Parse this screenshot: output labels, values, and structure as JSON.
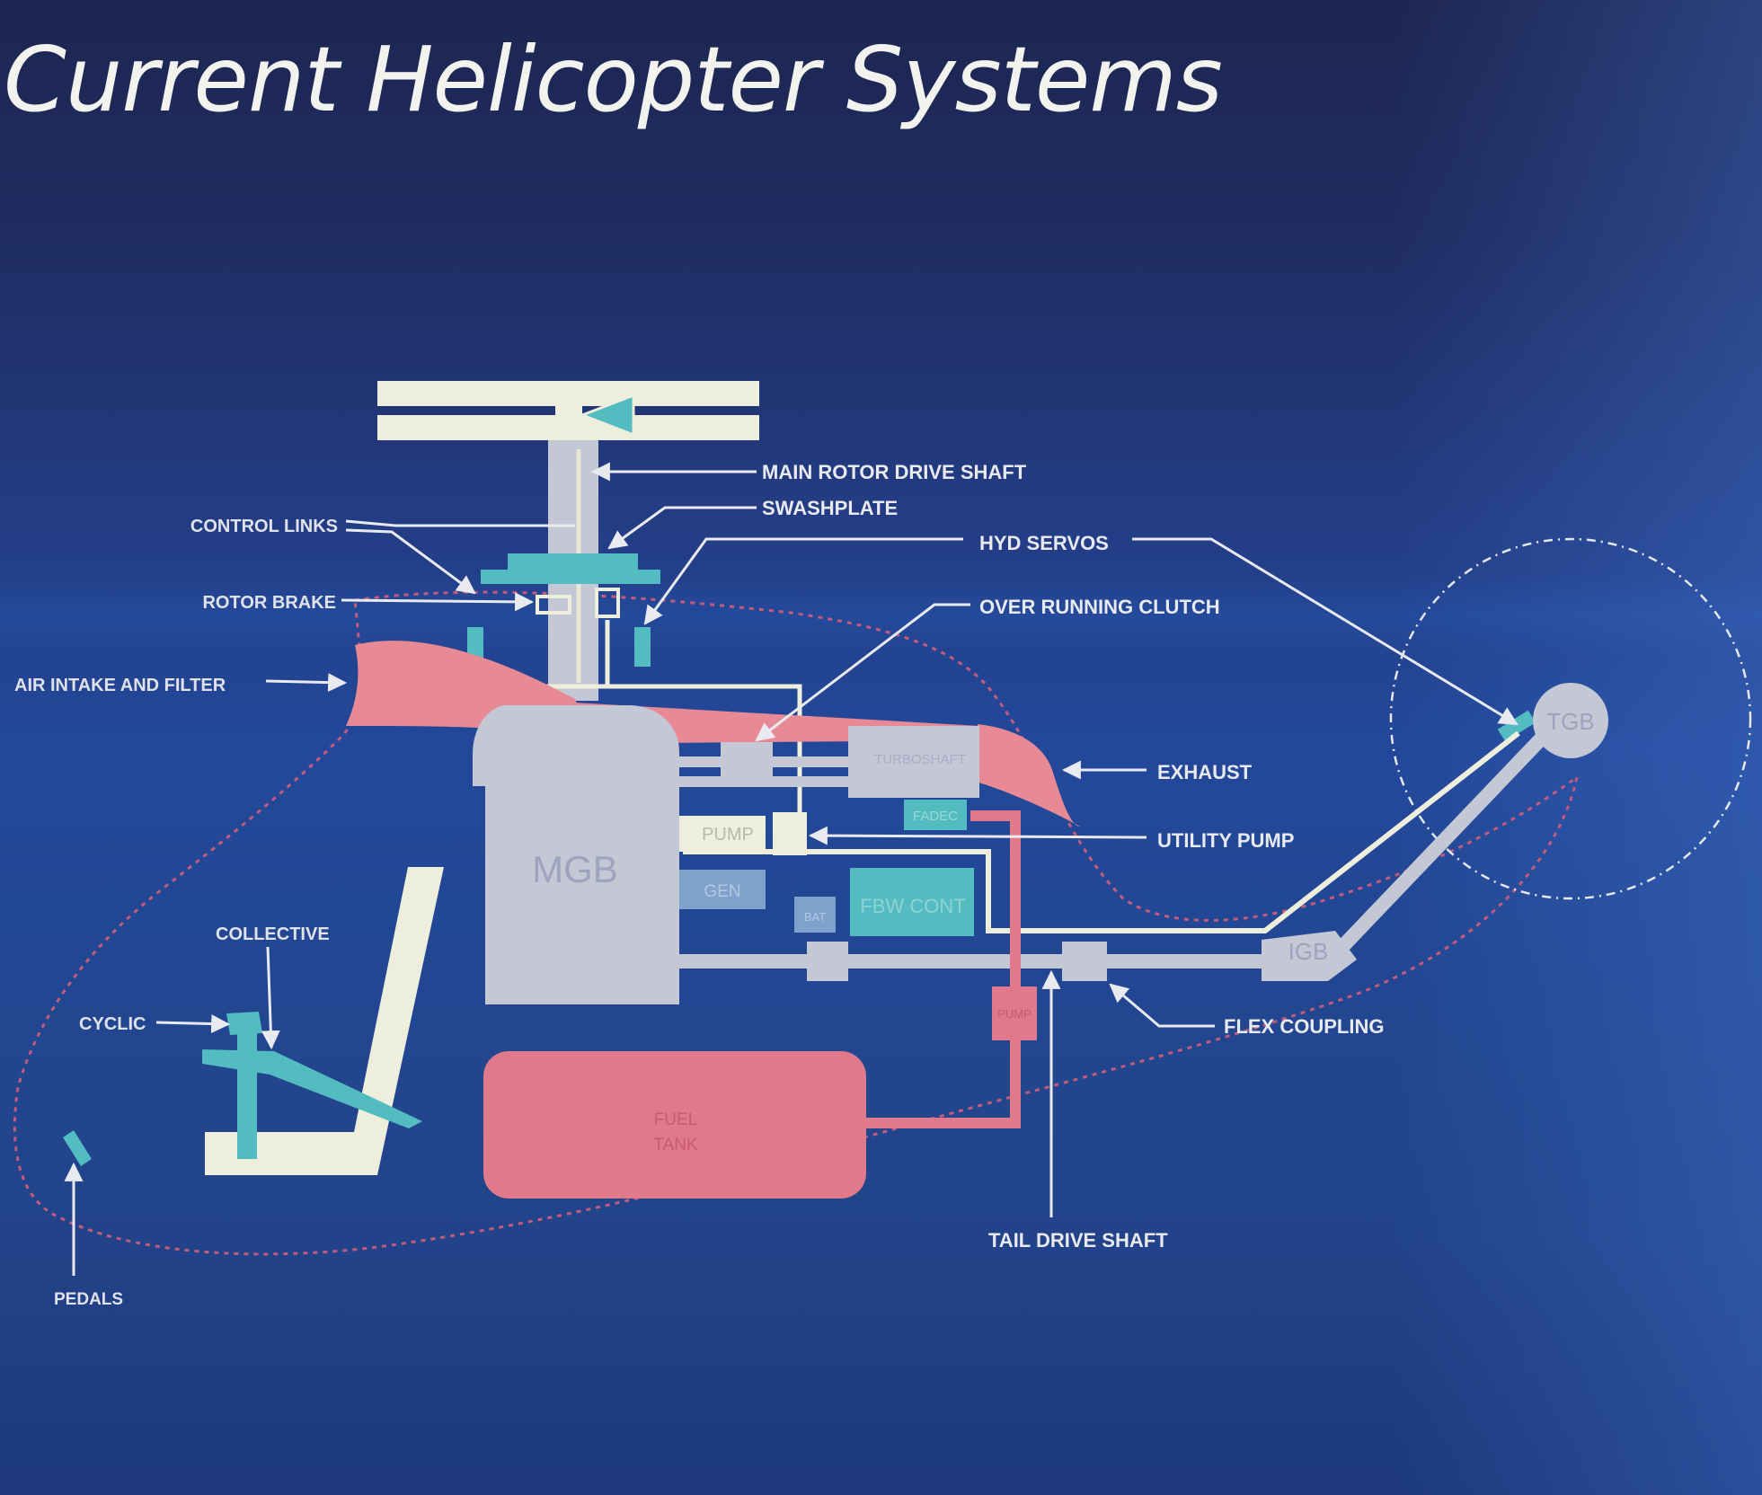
{
  "title": "Current Helicopter Systems",
  "labels": {
    "main_rotor_drive_shaft": "MAIN ROTOR DRIVE SHAFT",
    "swashplate": "SWASHPLATE",
    "control_links": "CONTROL LINKS",
    "hyd_servos": "HYD SERVOS",
    "rotor_brake": "ROTOR BRAKE",
    "over_running_clutch": "OVER RUNNING CLUTCH",
    "air_intake_and_filter": "AIR INTAKE AND FILTER",
    "exhaust": "EXHAUST",
    "utility_pump": "UTILITY PUMP",
    "collective": "COLLECTIVE",
    "cyclic": "CYCLIC",
    "flex_coupling": "FLEX COUPLING",
    "tail_drive_shaft": "TAIL DRIVE SHAFT",
    "pedals": "PEDALS"
  },
  "components": {
    "tgb": "TGB",
    "igb": "IGB",
    "mgb": "MGB",
    "turboshaft": "TURBOSHAFT",
    "fadec": "FADEC",
    "pump": "PUMP",
    "gen": "GEN",
    "bat": "BAT",
    "fbw_cont": "FBW CONT",
    "fuel_pump": "PUMP",
    "fuel_tank_line1": "FUEL",
    "fuel_tank_line2": "TANK"
  },
  "colors": {
    "background": "#23408a",
    "component_grey": "#c4c7d4",
    "cream": "#eeeedd",
    "cyan": "#52bcc0",
    "pink": "#e88a96",
    "fuel_red": "#e07a8a",
    "outline_dash": "#c25c7c",
    "label_text": "#e8eaf0"
  }
}
